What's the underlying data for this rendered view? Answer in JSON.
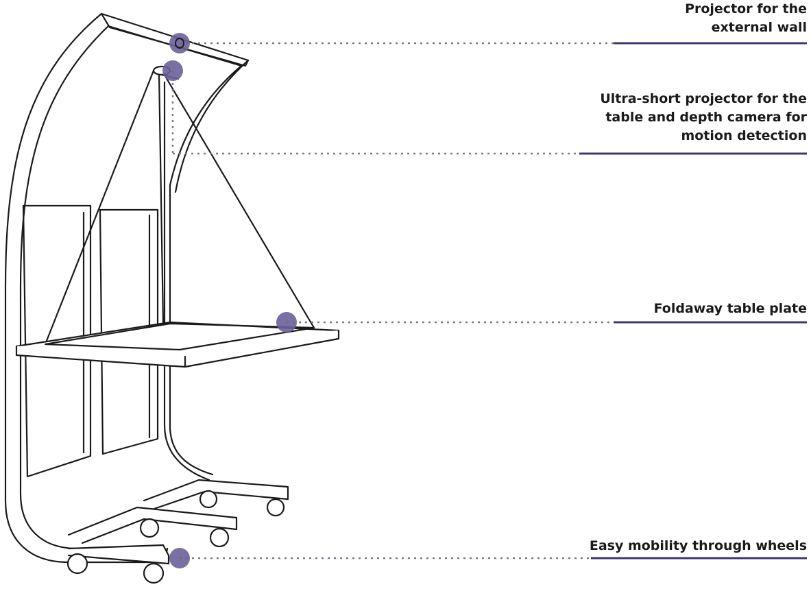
{
  "annotations": [
    {
      "id": "external-projector",
      "lines": [
        "Projector for the",
        "external wall"
      ]
    },
    {
      "id": "ultra-short-projector",
      "lines": [
        "Ultra-short projector for the",
        "table and depth camera for",
        "motion detection"
      ]
    },
    {
      "id": "table-plate",
      "lines": [
        "Foldaway table plate"
      ]
    },
    {
      "id": "wheels",
      "lines": [
        "Easy mobility through wheels"
      ]
    }
  ],
  "colors": {
    "accent": "#6b6099",
    "accent_line": "#3d3873",
    "dotted": "#7a7a8c",
    "stroke": "#1a1a1a"
  }
}
